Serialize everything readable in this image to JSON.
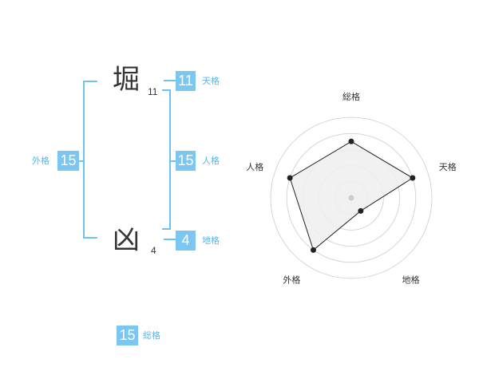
{
  "name": {
    "surname": {
      "char": "堀",
      "strokes": "11"
    },
    "given": {
      "char": "凶",
      "strokes": "4"
    }
  },
  "scores": {
    "tenkaku": {
      "value": "11",
      "label": "天格"
    },
    "jinkaku": {
      "value": "15",
      "label": "人格"
    },
    "chikaku": {
      "value": "4",
      "label": "地格"
    },
    "gaikaku": {
      "value": "15",
      "label": "外格"
    },
    "soukaku": {
      "value": "15",
      "label": "総格"
    }
  },
  "colors": {
    "accent": "#7cc6f2",
    "bracket": "#6cc3ee",
    "label": "#5bb6e6",
    "text": "#333333"
  },
  "chart_data": {
    "type": "radar",
    "axes": [
      "総格",
      "天格",
      "地格",
      "外格",
      "人格"
    ],
    "levels": 5,
    "max": 5,
    "values": [
      3.5,
      4.0,
      1.0,
      4.0,
      4.0
    ],
    "grid": true,
    "fill_color": "#eeeeee",
    "stroke_color": "#222222"
  }
}
